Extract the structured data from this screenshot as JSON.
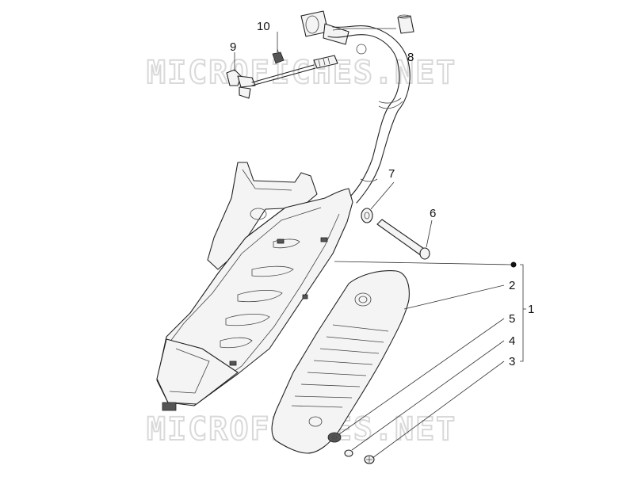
{
  "diagram": {
    "watermark_top": "MICROFICHES.NET",
    "watermark_bottom": "MICROFICHES.NET",
    "callouts": {
      "c1": "1",
      "c2": "2",
      "c3": "3",
      "c4": "4",
      "c5": "5",
      "c6": "6",
      "c7": "7",
      "c8": "8",
      "c9": "9",
      "c10": "10"
    }
  }
}
